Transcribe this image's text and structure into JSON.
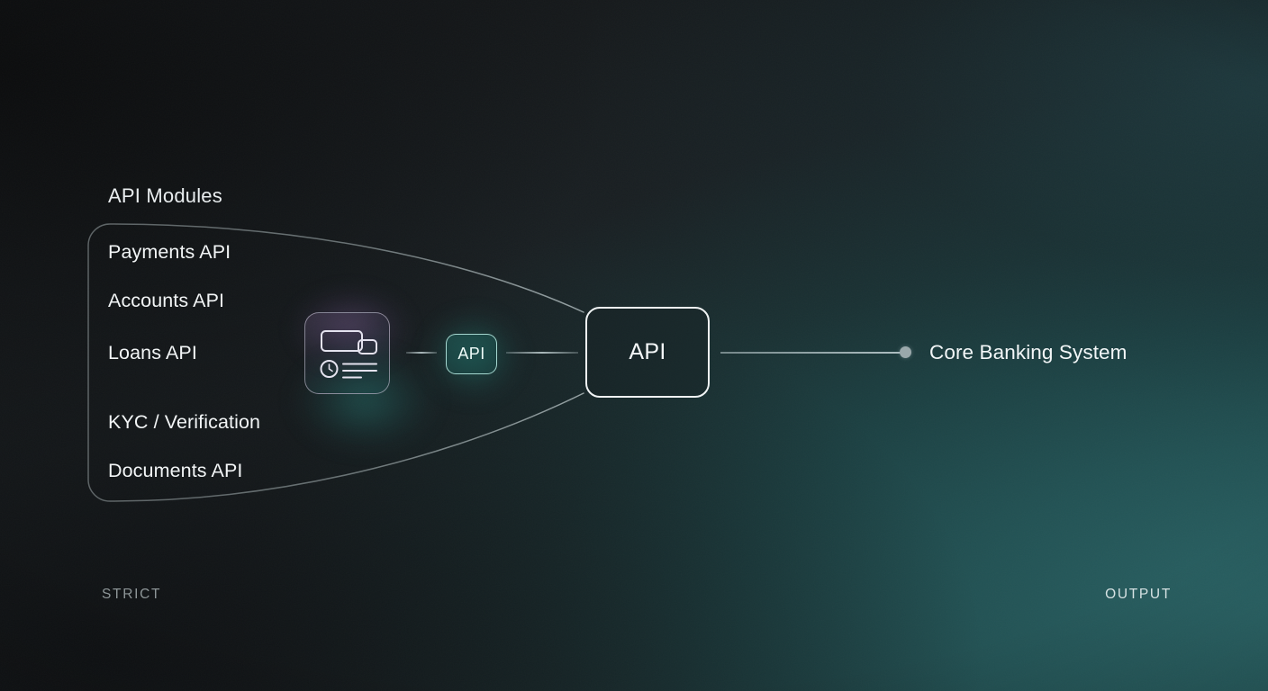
{
  "background": {
    "dark": "#141719",
    "teal": "#2a6466",
    "accent": "#36c6ba",
    "purple_glow": "#b07cca"
  },
  "modules_panel": {
    "title": "API Modules",
    "items": [
      {
        "label": "Payments API"
      },
      {
        "label": "Accounts API"
      },
      {
        "label": "Loans API"
      },
      {
        "label": "KYC / Verification"
      },
      {
        "label": "Documents API"
      }
    ]
  },
  "pipeline": {
    "document_icon_name": "document-card-icon",
    "chip_label": "API",
    "box_label": "API",
    "connector_count": 3
  },
  "output": {
    "node_label": "Core Banking System",
    "dot_color": "#9aa8ab"
  },
  "footer": {
    "left_label": "STRICT",
    "right_label": "OUTPUT"
  }
}
